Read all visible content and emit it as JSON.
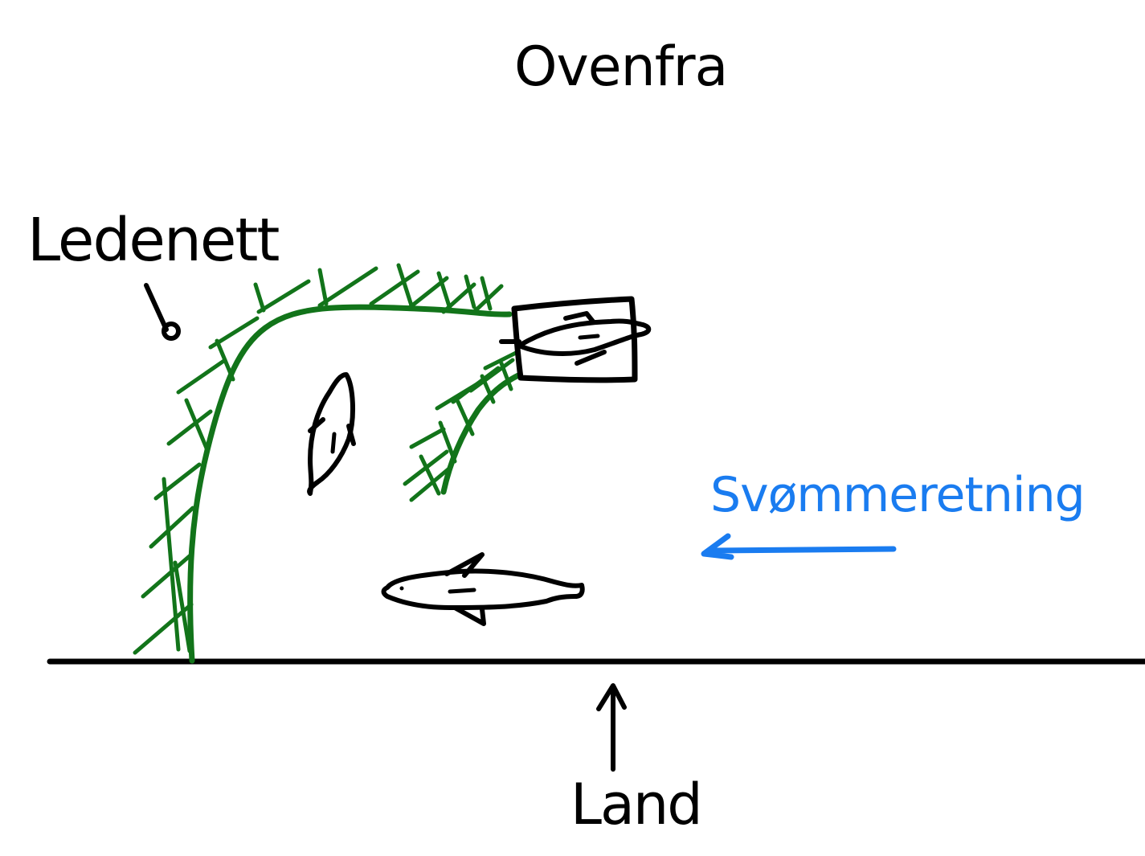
{
  "labels": {
    "title": "Ovenfra",
    "net": "Ledenett",
    "swim_direction": "Svømmeretning",
    "land": "Land"
  },
  "colors": {
    "ink": "#000000",
    "net": "#12741a",
    "swim": "#1a7cf0"
  }
}
